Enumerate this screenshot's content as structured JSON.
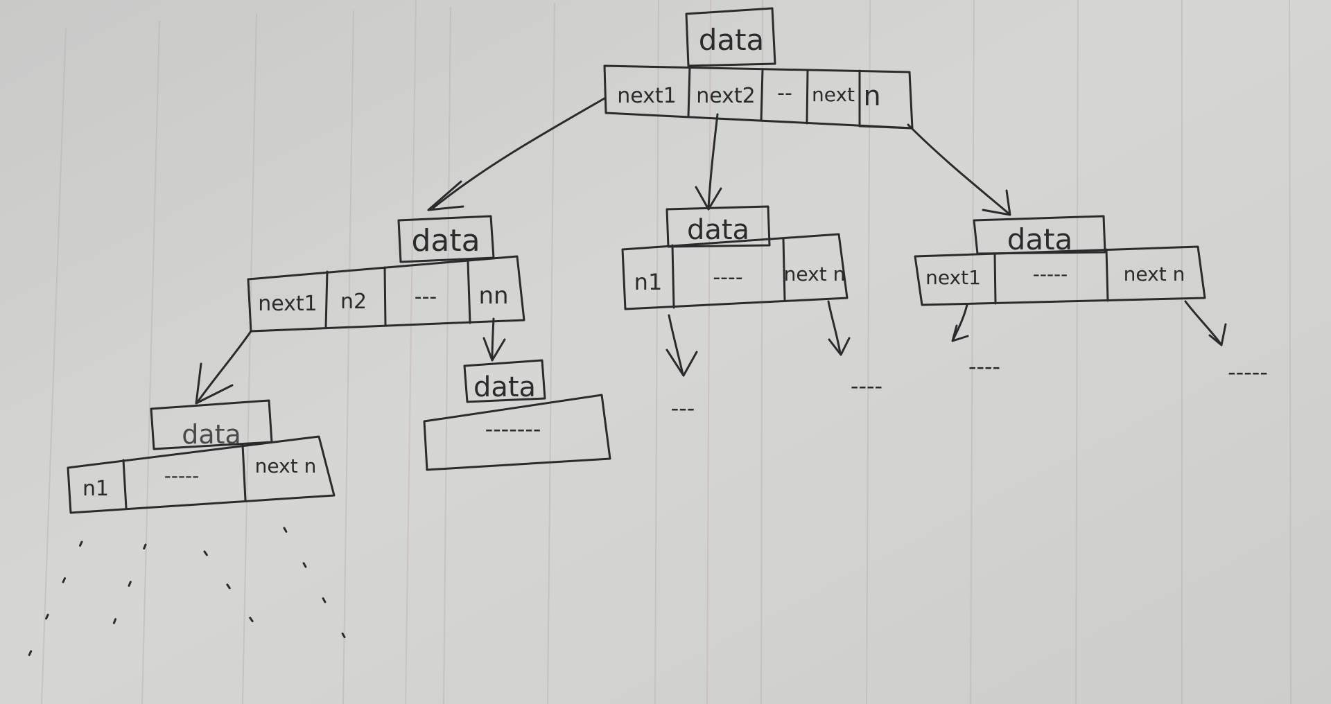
{
  "root": {
    "data": "data",
    "fields": [
      "next1",
      "next2",
      "--",
      "next",
      "n"
    ]
  },
  "level1": [
    {
      "data": "data",
      "fields": [
        "next1",
        "n2",
        "---",
        "nn"
      ]
    },
    {
      "data": "data",
      "fields": [
        "n1",
        "----",
        "next n"
      ]
    },
    {
      "data": "data",
      "fields": [
        "next1",
        "-----",
        "next n"
      ]
    }
  ],
  "level2": [
    {
      "data": "data",
      "fields": [
        "n1",
        "-----",
        "next n"
      ]
    },
    {
      "data": "data",
      "fields": [
        "-------"
      ]
    }
  ],
  "continuations": [
    "---",
    "----",
    "----",
    "-----"
  ],
  "colors": {
    "paper": "#cfcfcd",
    "ink": "#2b2b2b",
    "rule_line": "#b9b7b6",
    "margin_line": "#c4b2b2"
  }
}
